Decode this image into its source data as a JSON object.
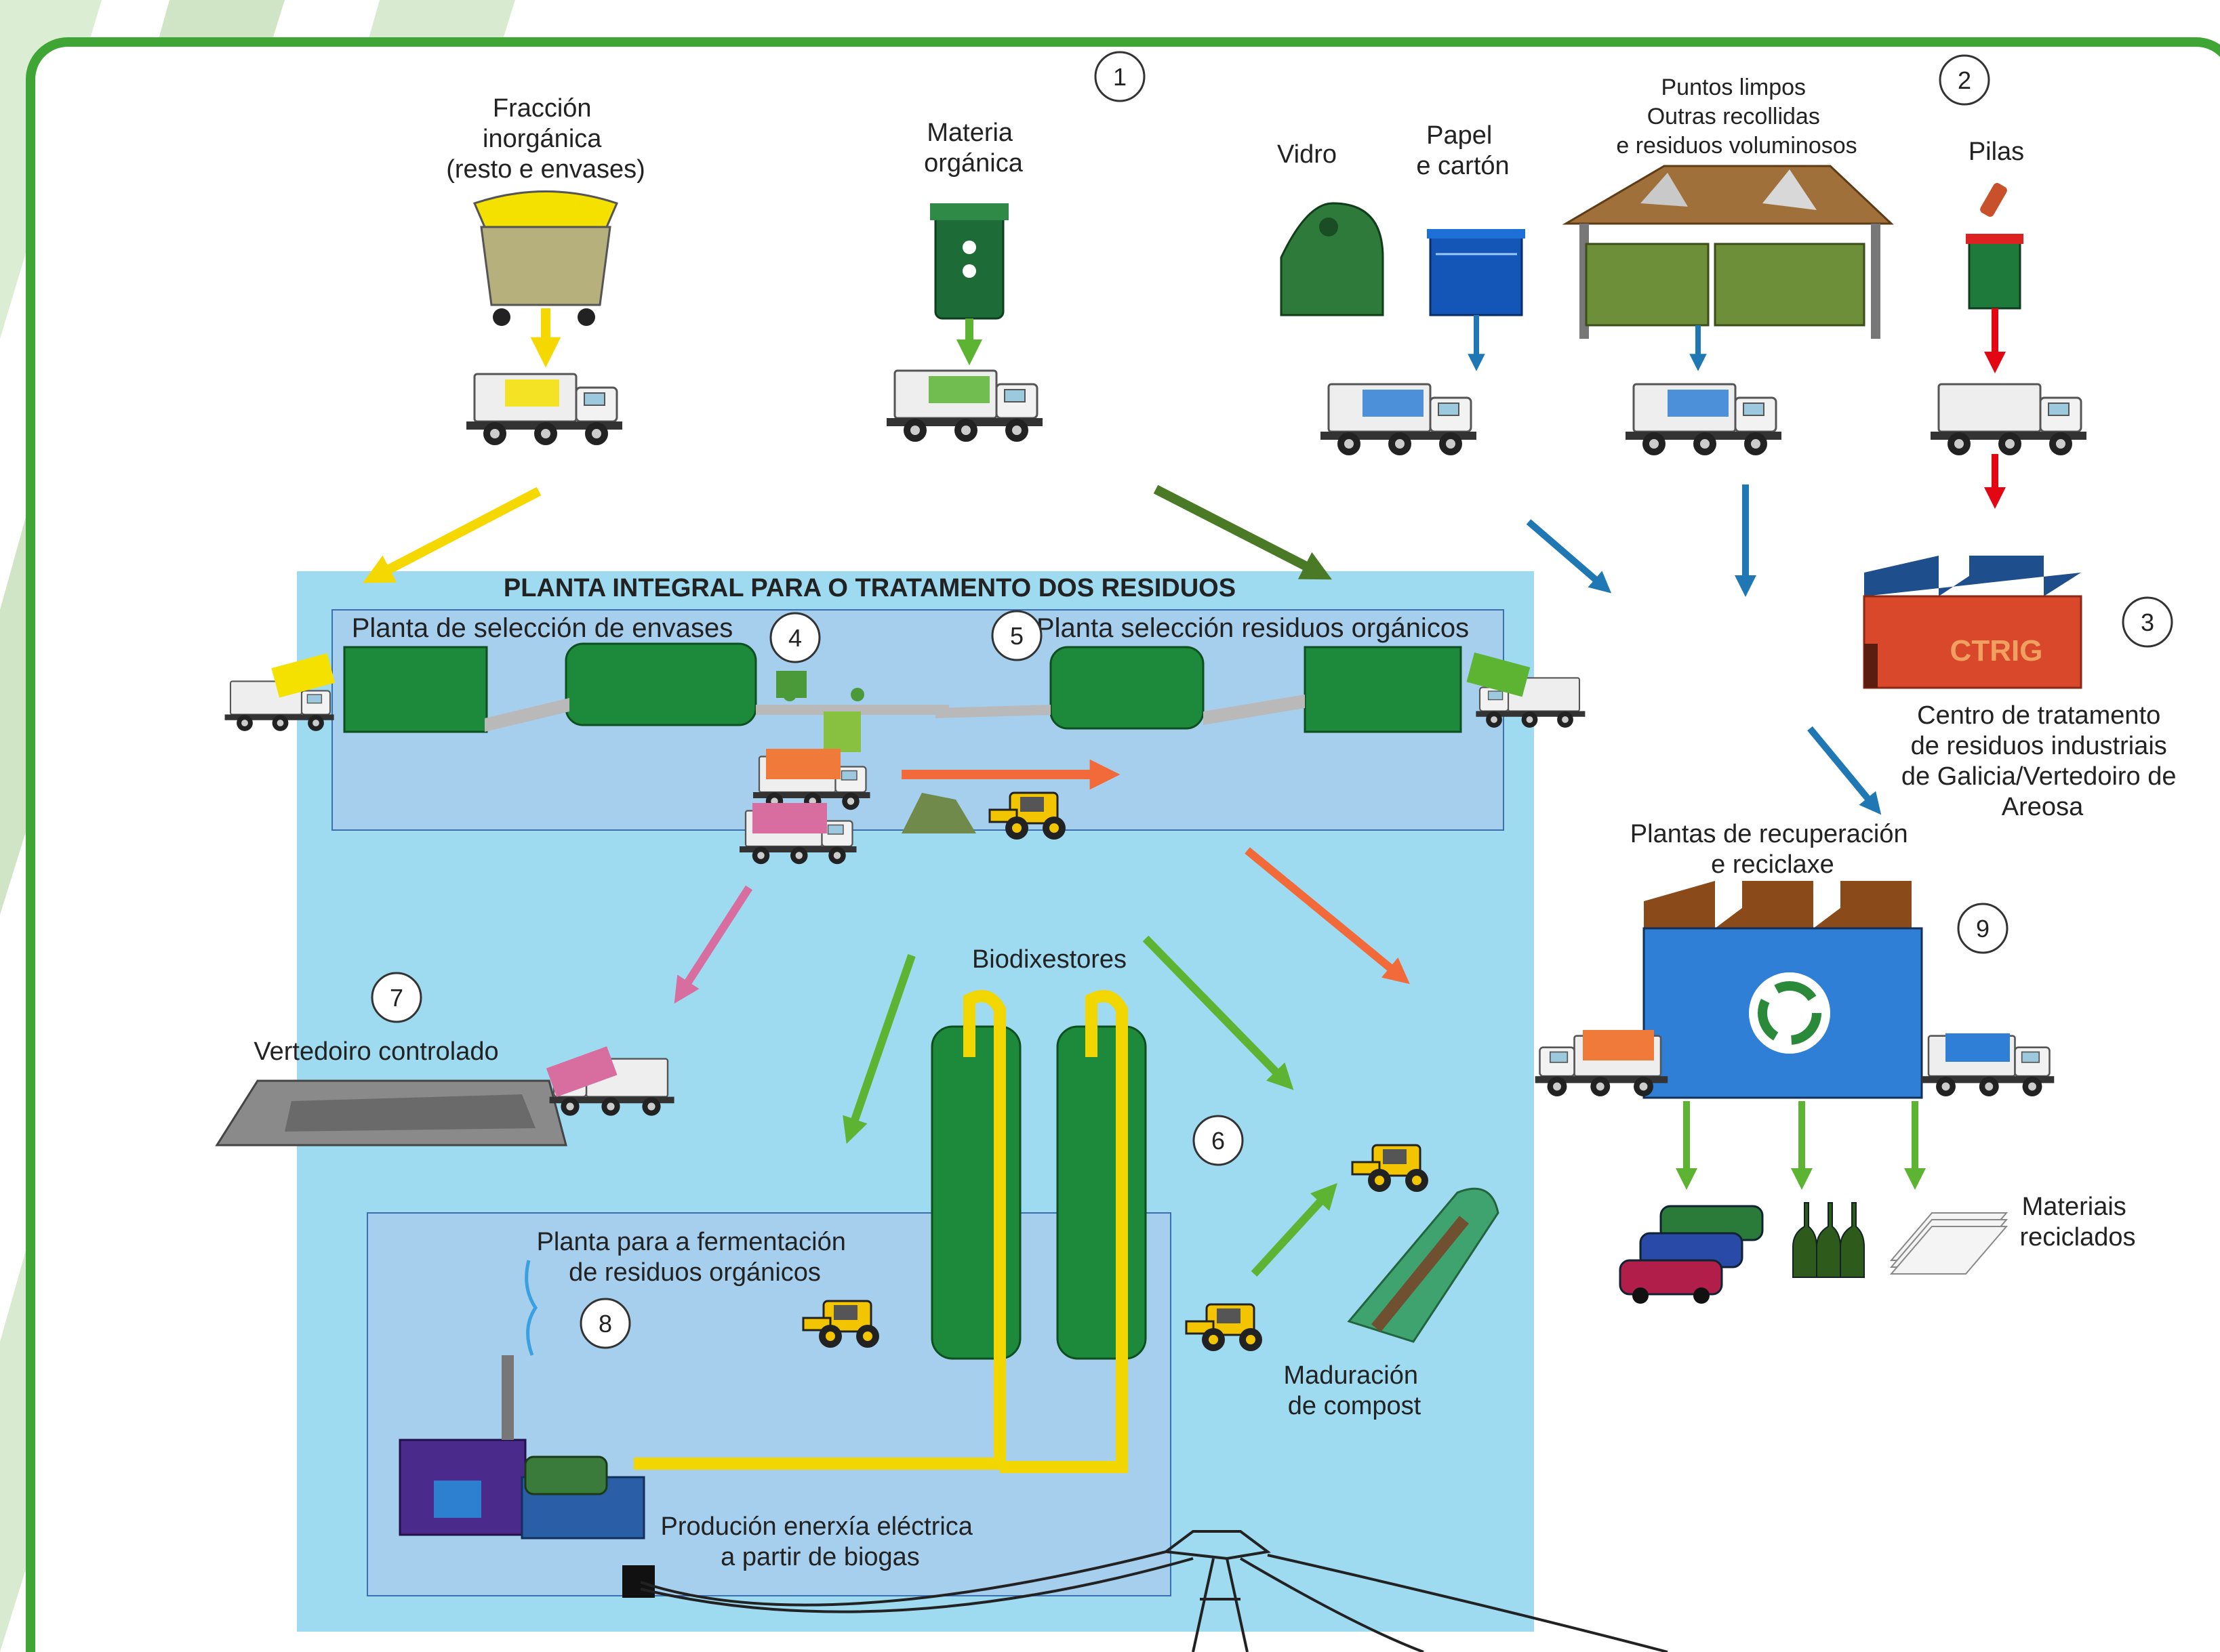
{
  "colors": {
    "frame": "#3fa535",
    "stripe": "#cfe5c6",
    "plant_bg": "#9edbf0",
    "sub_bg": "#a6cfee",
    "yellow": "#f5d800",
    "green": "#5cb432",
    "dark_green": "#4a7a25",
    "blue": "#1f78b4",
    "red": "#e30613",
    "pink": "#d86ea0",
    "orange": "#f26a3a"
  },
  "numbers": [
    "1",
    "2",
    "3",
    "4",
    "5",
    "6",
    "7",
    "8",
    "9"
  ],
  "collection": {
    "inorganic": [
      "Fracción",
      "inorgánica",
      "(resto e envases)"
    ],
    "organic": [
      "Materia",
      "orgánica"
    ],
    "glass": "Vidro",
    "paper": [
      "Papel",
      "e cartón"
    ],
    "clean_points": [
      "Puntos limpos",
      "Outras recollidas",
      "e residuos voluminosos"
    ],
    "batteries": "Pilas"
  },
  "plant": {
    "title": "PLANTA INTEGRAL PARA O TRATAMENTO DOS RESIDUOS",
    "packaging": "Planta de selección de envases",
    "organic_selection": "Planta selección residuos orgánicos",
    "biodigesters": "Biodixestores",
    "landfill": "Vertedoiro controlado",
    "fermentation": [
      "Planta para a fermentación",
      "de residuos orgánicos"
    ],
    "electricity": [
      "Produción enerxía eléctrica",
      "a partir de biogas"
    ],
    "compost": [
      "Maduración",
      "de compost"
    ]
  },
  "ctrig": {
    "sign": "CTRIG",
    "caption": [
      "Centro de tratamento",
      "de residuos industriais",
      "de Galicia/Vertedoiro de",
      "Areosa"
    ]
  },
  "recovery": {
    "title": [
      "Plantas de recuperación",
      "e reciclaxe"
    ],
    "output": [
      "Materiais",
      "reciclados"
    ]
  },
  "icons": [
    "dumpster-icon",
    "container-icon",
    "truck-icon",
    "igloo-icon",
    "shed-icon",
    "factory-icon",
    "recycle-icon",
    "digester-icon",
    "loader-icon",
    "car-icon",
    "bottle-icon",
    "paper-stack-icon",
    "pylon-icon",
    "generator-icon"
  ]
}
